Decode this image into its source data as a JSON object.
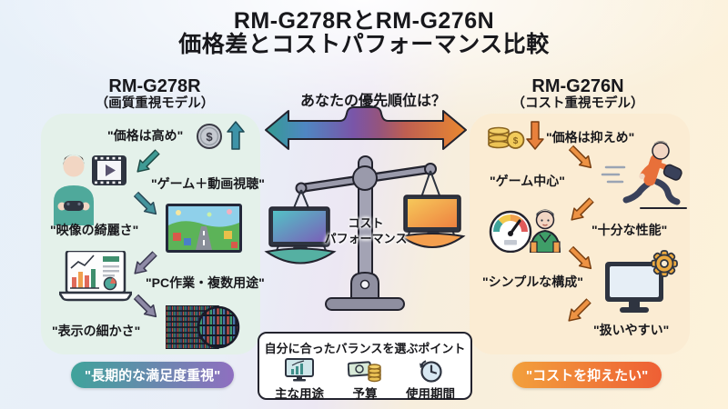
{
  "title": {
    "line1": "RM-G278RとRM-G276N",
    "line2": "価格差とコストパフォーマンス比較"
  },
  "center": {
    "question": "あなたの優先順位は？",
    "scale_label_line1": "コスト",
    "scale_label_line2": "パフォーマンス"
  },
  "left_column": {
    "model": "RM-G278R",
    "type": "（画質重視モデル）",
    "price_label": "\"価格は高め\"",
    "usage_label": "\"ゲーム＋動画視聴\"",
    "quality_label": "\"映像の綺麗さ\"",
    "work_label": "\"PC作業・複数用途\"",
    "detail_label": "\"表示の細かさ\"",
    "badge": "\"長期的な満足度重視\""
  },
  "right_column": {
    "model": "RM-G276N",
    "type": "（コスト重視モデル）",
    "price_label": "\"価格は抑えめ\"",
    "usage_label": "\"ゲーム中心\"",
    "performance_label": "\"十分な性能\"",
    "simple_label": "\"シンプルな構成\"",
    "easy_label": "\"扱いやすい\"",
    "badge": "\"コストを抑えたい\""
  },
  "points_box": {
    "title": "自分に合ったバランスを選ぶポイント",
    "items": [
      {
        "label": "主な用途",
        "icon": "monitor-chart-icon"
      },
      {
        "label": "予算",
        "icon": "money-icon"
      },
      {
        "label": "使用期間",
        "icon": "clock-icon"
      }
    ]
  },
  "colors": {
    "left_accent": "#3fa39b",
    "right_accent": "#ee7a35",
    "left_panel": "#e4f1ea",
    "right_panel": "#fbecd3",
    "badge_left_gradient": "#3fa39b → #8f6fc0",
    "badge_right_gradient": "#f2a03c → #ee5f35",
    "arrow_gradient": "#2f9f8a → #7a55a8 → #ec8a2e"
  }
}
